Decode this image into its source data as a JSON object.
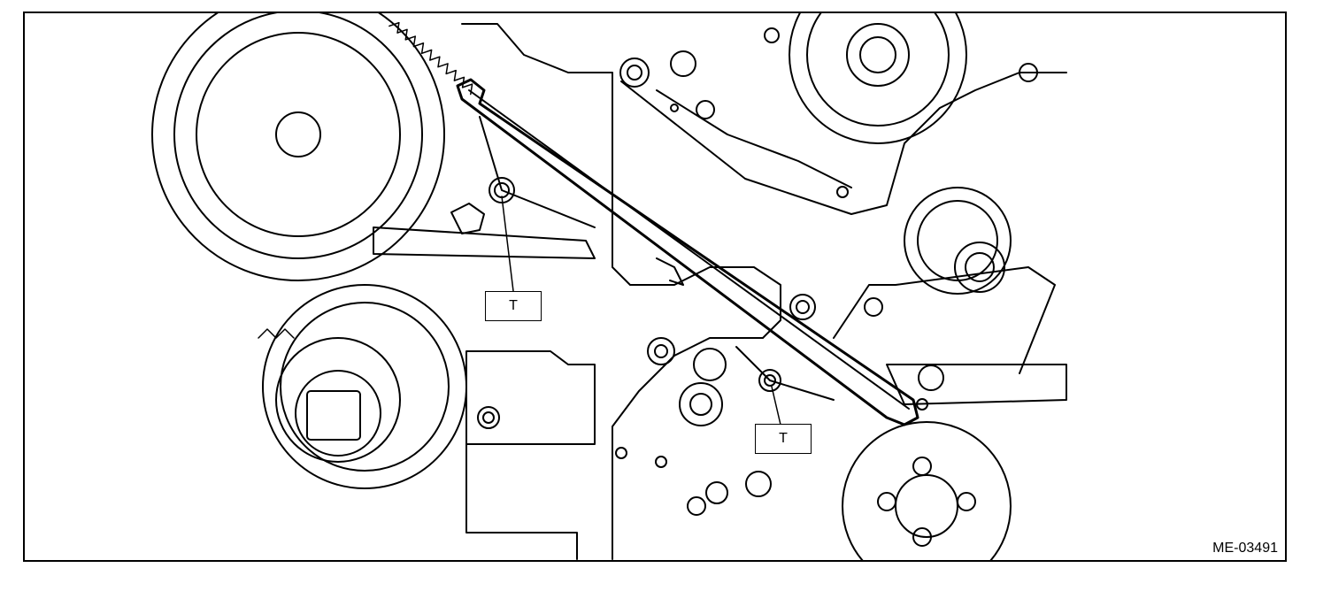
{
  "figure": {
    "id": "ME-03491",
    "line_color": "#000000",
    "background": "#ffffff"
  },
  "callouts": [
    {
      "label": "T"
    },
    {
      "label": "T"
    }
  ]
}
